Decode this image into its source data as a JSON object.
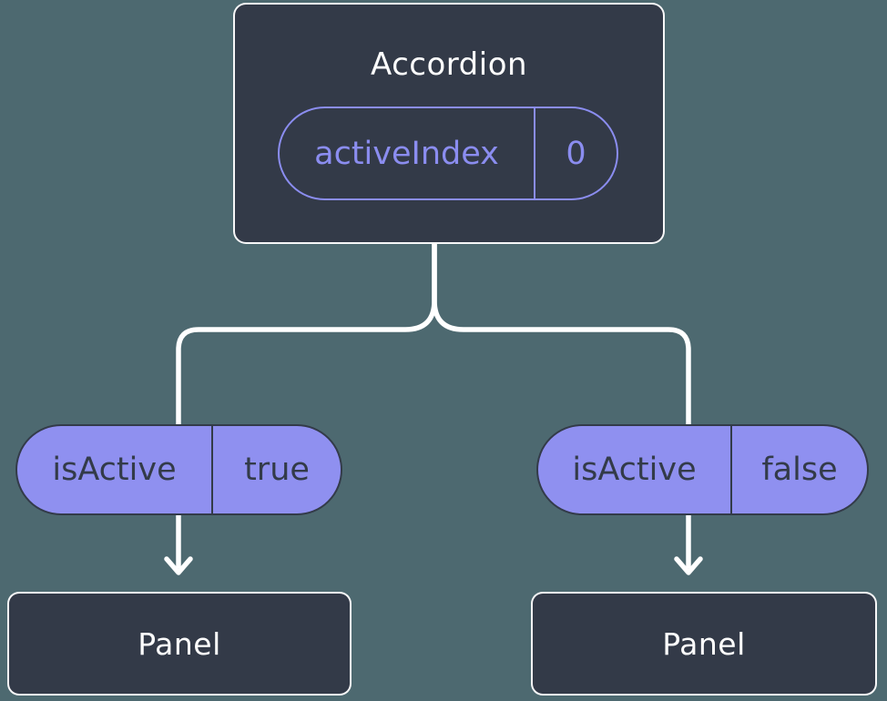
{
  "tree": {
    "root": {
      "label": "Accordion",
      "prop_name": "activeIndex",
      "prop_value": "0"
    },
    "branches": [
      {
        "prop_name": "isActive",
        "prop_value": "true",
        "child_label": "Panel"
      },
      {
        "prop_name": "isActive",
        "prop_value": "false",
        "child_label": "Panel"
      }
    ]
  },
  "colors": {
    "background": "#4D6970",
    "node_fill": "#333A48",
    "node_border": "#FFFFFF",
    "accent_purple": "#8B8DF0",
    "pill_fill": "#8F90F0",
    "pill_text": "#333B49",
    "connector": "#FFFFFF",
    "title_text": "#FFFFFF"
  }
}
